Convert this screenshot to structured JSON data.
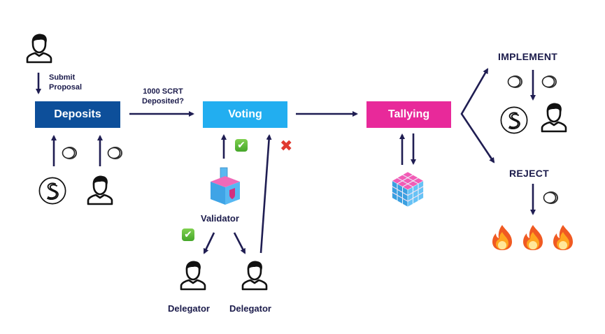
{
  "title": "Secret Network governance proposal flow",
  "colors": {
    "arrow": "#1f1d52",
    "deposits": "#0d4f9a",
    "voting": "#22aef0",
    "tallying": "#e8299a",
    "label": "#1b1b4b",
    "check": "#4caf2e",
    "cross": "#e03a2f"
  },
  "stages": {
    "deposits": "Deposits",
    "voting": "Voting",
    "tallying": "Tallying"
  },
  "labels": {
    "submit_line1": "Submit",
    "submit_line2": "Proposal",
    "deposit_question_line1": "1000 SCRT",
    "deposit_question_line2": "Deposited?",
    "validator": "Validator",
    "delegator_1": "Delegator",
    "delegator_2": "Delegator",
    "implement": "IMPLEMENT",
    "reject": "REJECT"
  },
  "icons": {
    "check": "✔",
    "cross": "✖"
  }
}
